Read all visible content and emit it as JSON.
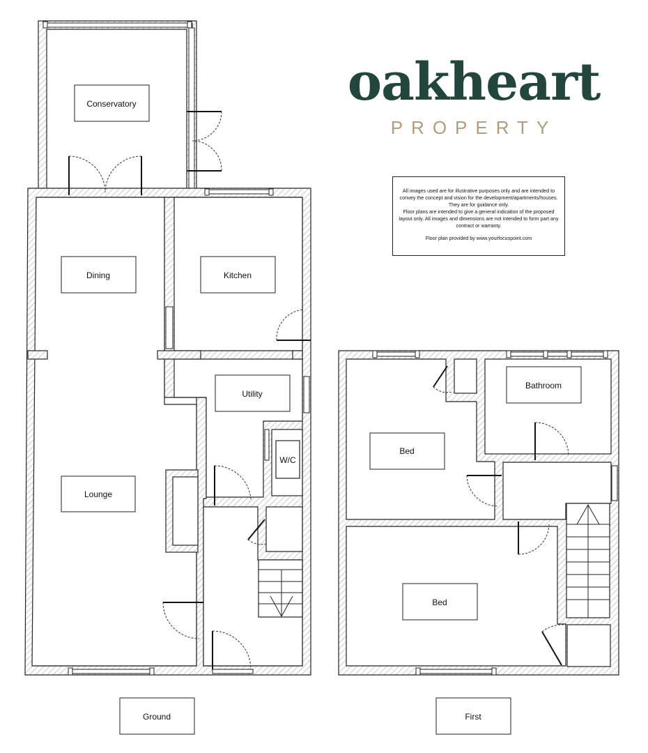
{
  "brand": {
    "name": "oakheart",
    "tagline": "PROPERTY",
    "primary_color": "#22463d",
    "secondary_color": "#b29c7e"
  },
  "disclaimer": {
    "lines": [
      "All images used are for illustrative purposes only and are intended to convey the concept and vision for the development/apartments/houses. They are for guidance only.",
      "Floor plans are intended to give a general indication of the proposed layout only. All images and dimensions are not intended to form part any contract or warranty."
    ],
    "credit": "Floor plan provided by www.yourfocuspoint.com"
  },
  "floors": {
    "ground": {
      "label": "Ground",
      "rooms": {
        "conservatory": "Conservatory",
        "dining": "Dining",
        "kitchen": "Kitchen",
        "utility": "Utility",
        "wc": "W/C",
        "lounge": "Lounge"
      }
    },
    "first": {
      "label": "First",
      "rooms": {
        "bathroom": "Bathroom",
        "bed_1": "Bed",
        "bed_2": "Bed"
      }
    }
  }
}
